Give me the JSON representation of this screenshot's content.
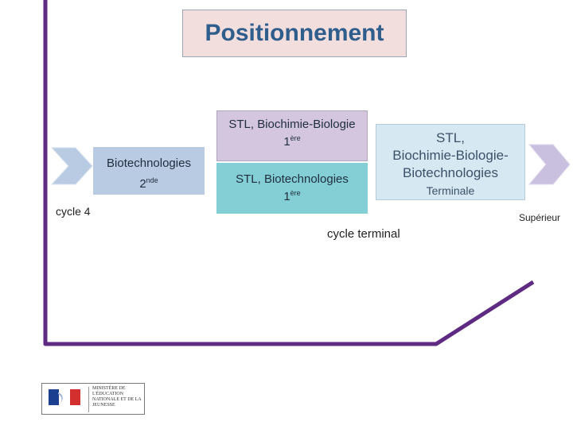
{
  "title": "Positionnement",
  "boxes": {
    "seconde": {
      "line1": "Biotechnologies",
      "line2": "2",
      "sup": "nde"
    },
    "stl_biochimie_1ere": {
      "line1": "STL, Biochimie-Biologie",
      "line2": "1",
      "sup": "ère"
    },
    "stl_biotech_1ere": {
      "line1": "STL, Biotechnologies",
      "line2": "1",
      "sup": "ère"
    },
    "terminale": {
      "line1": "STL,",
      "line2": "Biochimie-Biologie-",
      "line3": "Biotechnologies",
      "line4": "Terminale"
    }
  },
  "labels": {
    "cycle4": "cycle 4",
    "cycle_terminal": "cycle terminal",
    "superieur": "Supérieur"
  },
  "logo": {
    "text": "MINISTÈRE DE L'ÉDUCATION NATIONALE ET DE LA JEUNESSE"
  },
  "colors": {
    "path_line": "#5e2a82",
    "title_color": "#2f5e8c",
    "arrow_blue": "#b9cbe3",
    "arrow_purple": "#c9bfdf"
  }
}
